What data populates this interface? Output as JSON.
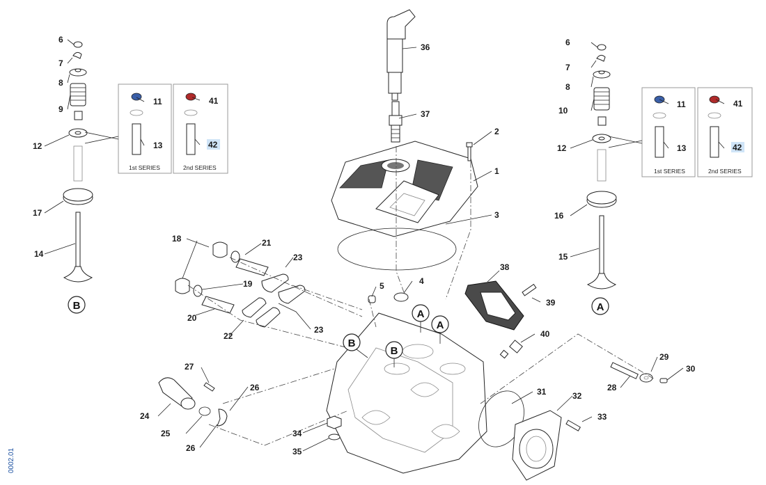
{
  "diagram": {
    "document_ref": "0002.01",
    "callouts": {
      "n1": "1",
      "n2": "2",
      "n3": "3",
      "n4": "4",
      "n5": "5",
      "n6l": "6",
      "n7l": "7",
      "n8l": "8",
      "n9": "9",
      "n6r": "6",
      "n7r": "7",
      "n8r": "8",
      "n10": "10",
      "n11l": "11",
      "n13l": "13",
      "n41l": "41",
      "n42l": "42",
      "n11r": "11",
      "n13r": "13",
      "n41r": "41",
      "n42r": "42",
      "n12l": "12",
      "n12r": "12",
      "n14": "14",
      "n15": "15",
      "n16": "16",
      "n17": "17",
      "n18": "18",
      "n19": "19",
      "n20": "20",
      "n21": "21",
      "n22": "22",
      "n23a": "23",
      "n23b": "23",
      "n24": "24",
      "n25": "25",
      "n26a": "26",
      "n26b": "26",
      "n27": "27",
      "n28": "28",
      "n29": "29",
      "n30": "30",
      "n31": "31",
      "n32": "32",
      "n33": "33",
      "n34": "34",
      "n35": "35",
      "n36": "36",
      "n37": "37",
      "n38": "38",
      "n39": "39",
      "n40": "40"
    },
    "series_labels": {
      "first_left": "1st SERIES",
      "second_left": "2nd SERIES",
      "first_right": "1st SERIES",
      "second_right": "2nd SERIES"
    },
    "view_markers": {
      "b_left": "B",
      "a_right": "A",
      "a_head1": "A",
      "a_head2": "A",
      "b_head1": "B",
      "b_head2": "B"
    },
    "colors": {
      "first_series_cap": "#3a5fa8",
      "second_series_cap": "#b02a2a",
      "highlight": "#cfe4f7"
    }
  }
}
